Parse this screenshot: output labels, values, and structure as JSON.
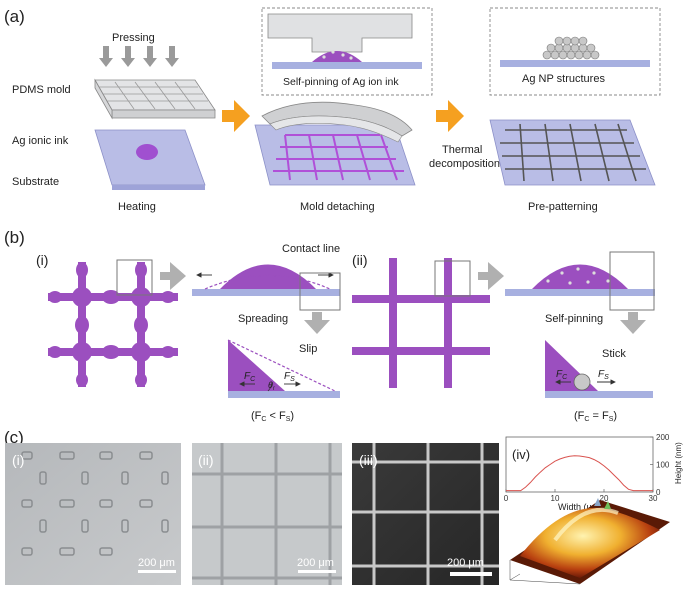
{
  "panel_a": {
    "label": "(a)",
    "pressing": "Pressing",
    "pdms_mold": "PDMS mold",
    "ag_ionic_ink": "Ag ionic ink",
    "substrate": "Substrate",
    "heating": "Heating",
    "self_pinning": "Self-pinning of Ag ion ink",
    "mold_detaching": "Mold detaching",
    "thermal": "Thermal",
    "decomposition": "decomposition",
    "ag_np": "Ag NP structures",
    "pre_patterning": "Pre-patterning"
  },
  "panel_b": {
    "label": "(b)",
    "i": "(i)",
    "ii": "(ii)",
    "contact_line": "Contact line",
    "spreading": "Spreading",
    "slip": "Slip",
    "fc": "F",
    "fc_sub": "C",
    "fs": "F",
    "fs_sub": "S",
    "theta": "θ",
    "theta_sub": "r",
    "ineq_open": "(F",
    "ineq_c": "C",
    "ineq_lt": " < F",
    "ineq_eq": " = F",
    "ineq_s": "S",
    "ineq_close": ")",
    "self_pinning": "Self-pinning",
    "stick": "Stick"
  },
  "panel_c": {
    "label": "(c)",
    "i": "(i)",
    "ii": "(ii)",
    "iii": "(iii)",
    "iv": "(iv)",
    "scale": "200 μm",
    "width_label": "Width (μm)",
    "height_label": "Height (nm)",
    "x_ticks": [
      "0",
      "10",
      "20",
      "30"
    ],
    "y_ticks": [
      "0",
      "100",
      "200"
    ]
  },
  "colors": {
    "ink": "#9b4fbf",
    "substrate": "#a7b0e0",
    "arrow_gray": "#9a9a9a",
    "orange": "#f5a020",
    "profile": "#d9534f"
  },
  "chart_data": {
    "type": "line",
    "title": "",
    "xlabel": "Width (μm)",
    "ylabel": "Height (nm)",
    "xlim": [
      0,
      30
    ],
    "ylim": [
      0,
      200
    ],
    "series": [
      {
        "x": [
          0,
          3,
          4,
          5,
          6,
          7,
          8,
          9,
          10,
          11,
          12,
          13,
          14,
          15,
          16,
          17,
          18,
          19,
          20,
          21,
          22,
          23,
          24,
          25,
          26,
          30
        ],
        "values": [
          5,
          5,
          18,
          35,
          55,
          72,
          88,
          100,
          112,
          120,
          126,
          130,
          132,
          131,
          128,
          125,
          118,
          108,
          95,
          80,
          62,
          45,
          25,
          10,
          5,
          5
        ]
      }
    ]
  }
}
